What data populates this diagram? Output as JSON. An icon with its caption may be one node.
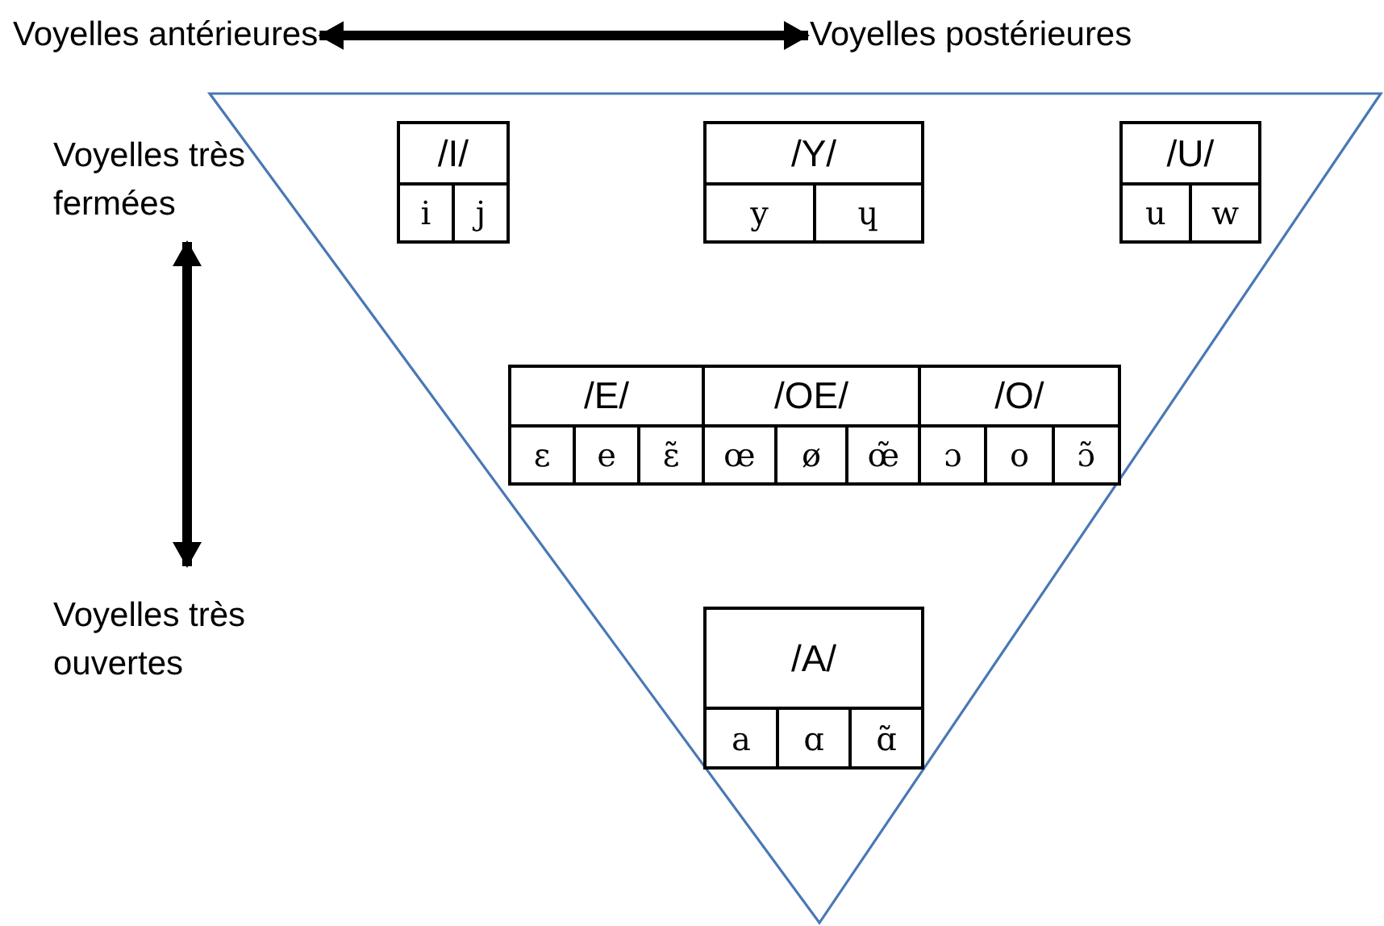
{
  "diagram": {
    "nodes": [
      {
        "text": [
          "Voyelles antérieures"
        ]
      },
      {
        "text": [
          "Voyelles postérieures"
        ]
      },
      {
        "text": [
          "Voyelles très fermées"
        ]
      },
      {
        "text": [
          "Voyelles très ouvertes"
        ]
      },
      {
        "text": [
          "/I/",
          "i",
          "j"
        ]
      },
      {
        "text": [
          "/Y/",
          "y",
          "ɥ"
        ]
      },
      {
        "text": [
          "/U/",
          "u",
          "w"
        ]
      },
      {
        "text": [
          "/E/",
          "ɛ",
          "e",
          "ɛ̃"
        ]
      },
      {
        "text": [
          "/OE/",
          "œ",
          "ø",
          "œ̃"
        ]
      },
      {
        "text": [
          "/O/",
          "ɔ",
          "o",
          "ɔ̃"
        ]
      },
      {
        "text": [
          "/A/",
          "a",
          "ɑ",
          "ɑ̃"
        ]
      }
    ],
    "edges": [
      {
        "from": 0,
        "to": 1,
        "arrow": "both"
      },
      {
        "from": 2,
        "to": 3,
        "arrow": "both"
      }
    ]
  }
}
